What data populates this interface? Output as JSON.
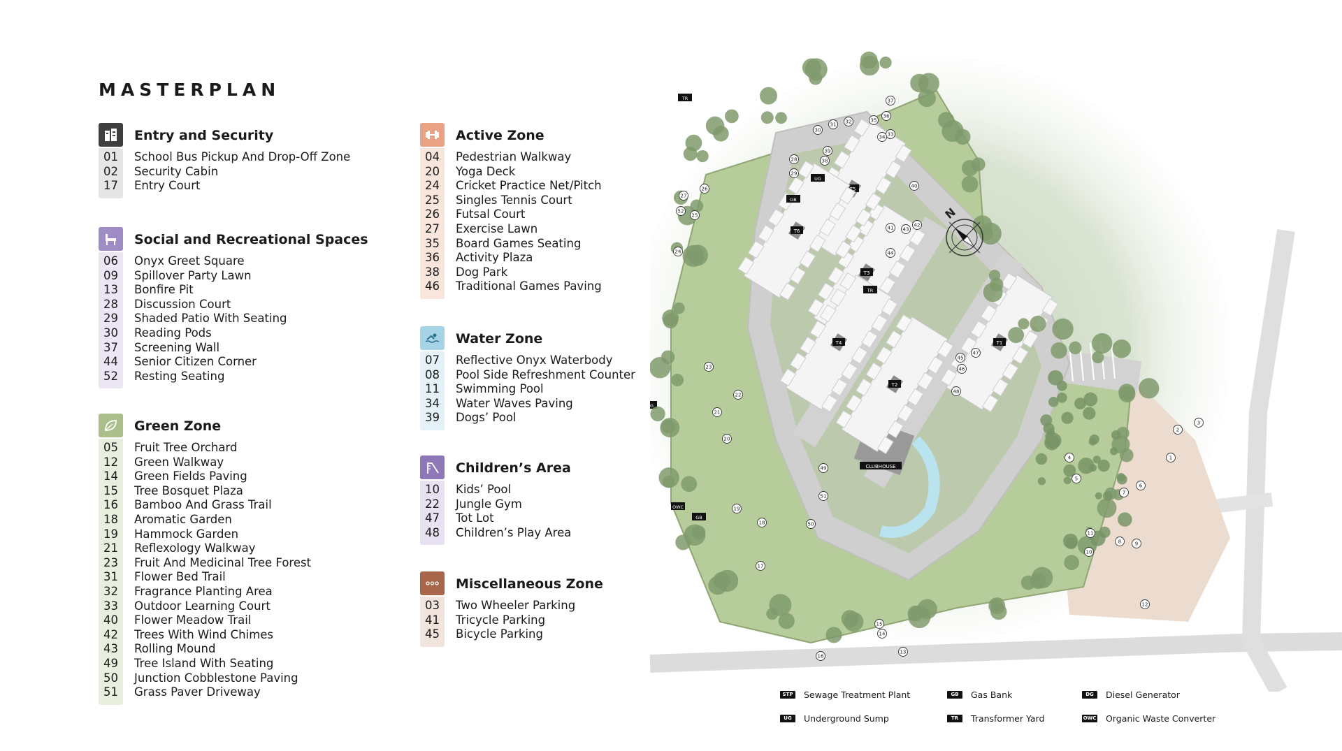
{
  "page_title": "MASTERPLAN",
  "groups": [
    {
      "id": "entry",
      "title": "Entry and Security",
      "color": "#3f3f3f",
      "strip": "#e6e6e6",
      "icon": "building-icon",
      "items": [
        {
          "n": "01",
          "t": "School Bus Pickup And Drop-Off Zone"
        },
        {
          "n": "02",
          "t": "Security Cabin"
        },
        {
          "n": "17",
          "t": "Entry Court"
        }
      ]
    },
    {
      "id": "social",
      "title": "Social and Recreational Spaces",
      "color": "#a08cc4",
      "strip": "#ece6f4",
      "icon": "seating-icon",
      "items": [
        {
          "n": "06",
          "t": "Onyx Greet Square"
        },
        {
          "n": "09",
          "t": "Spillover Party Lawn"
        },
        {
          "n": "13",
          "t": "Bonfire Pit"
        },
        {
          "n": "28",
          "t": "Discussion Court"
        },
        {
          "n": "29",
          "t": "Shaded Patio With Seating"
        },
        {
          "n": "30",
          "t": "Reading Pods"
        },
        {
          "n": "37",
          "t": "Screening Wall"
        },
        {
          "n": "44",
          "t": "Senior Citizen Corner"
        },
        {
          "n": "52",
          "t": "Resting Seating"
        }
      ]
    },
    {
      "id": "green",
      "title": "Green Zone",
      "color": "#a9be8a",
      "strip": "#e9efdf",
      "icon": "leaf-icon",
      "items": [
        {
          "n": "05",
          "t": "Fruit Tree Orchard"
        },
        {
          "n": "12",
          "t": "Green Walkway"
        },
        {
          "n": "14",
          "t": "Green Fields Paving"
        },
        {
          "n": "15",
          "t": "Tree Bosquet Plaza"
        },
        {
          "n": "16",
          "t": "Bamboo And Grass Trail"
        },
        {
          "n": "18",
          "t": "Aromatic Garden"
        },
        {
          "n": "19",
          "t": "Hammock Garden"
        },
        {
          "n": "21",
          "t": "Reflexology Walkway"
        },
        {
          "n": "23",
          "t": "Fruit And Medicinal Tree Forest"
        },
        {
          "n": "31",
          "t": "Flower Bed Trail"
        },
        {
          "n": "32",
          "t": "Fragrance Planting Area"
        },
        {
          "n": "33",
          "t": "Outdoor Learning Court"
        },
        {
          "n": "40",
          "t": "Flower Meadow Trail"
        },
        {
          "n": "42",
          "t": "Trees With Wind Chimes"
        },
        {
          "n": "43",
          "t": "Rolling Mound"
        },
        {
          "n": "49",
          "t": "Tree Island With Seating"
        },
        {
          "n": "50",
          "t": "Junction Cobblestone Paving"
        },
        {
          "n": "51",
          "t": "Grass Paver Driveway"
        }
      ]
    },
    {
      "id": "active",
      "title": "Active Zone",
      "color": "#e9a283",
      "strip": "#f8e6dc",
      "icon": "dumbbell-icon",
      "items": [
        {
          "n": "04",
          "t": "Pedestrian Walkway"
        },
        {
          "n": "20",
          "t": "Yoga Deck"
        },
        {
          "n": "24",
          "t": "Cricket Practice Net/Pitch"
        },
        {
          "n": "25",
          "t": "Singles Tennis Court"
        },
        {
          "n": "26",
          "t": "Futsal Court"
        },
        {
          "n": "27",
          "t": "Exercise Lawn"
        },
        {
          "n": "35",
          "t": "Board Games Seating"
        },
        {
          "n": "36",
          "t": "Activity Plaza"
        },
        {
          "n": "38",
          "t": "Dog Park"
        },
        {
          "n": "46",
          "t": "Traditional Games Paving"
        }
      ]
    },
    {
      "id": "water",
      "title": "Water Zone",
      "color": "#a6d3e6",
      "strip": "#e4f2f8",
      "icon": "swimmer-icon",
      "items": [
        {
          "n": "07",
          "t": "Reflective Onyx Waterbody"
        },
        {
          "n": "08",
          "t": "Pool Side Refreshment Counter"
        },
        {
          "n": "11",
          "t": "Swimming Pool"
        },
        {
          "n": "34",
          "t": "Water Waves Paving"
        },
        {
          "n": "39",
          "t": "Dogs’ Pool"
        }
      ]
    },
    {
      "id": "children",
      "title": "Children’s Area",
      "color": "#8e78b8",
      "strip": "#e7e1f1",
      "icon": "slide-icon",
      "items": [
        {
          "n": "10",
          "t": "Kids’ Pool"
        },
        {
          "n": "22",
          "t": "Jungle Gym"
        },
        {
          "n": "47",
          "t": "Tot Lot"
        },
        {
          "n": "48",
          "t": "Children’s Play Area"
        }
      ]
    },
    {
      "id": "misc",
      "title": "Miscellaneous Zone",
      "color": "#a8674a",
      "strip": "#f1e4dc",
      "icon": "dots-icon",
      "items": [
        {
          "n": "03",
          "t": "Two Wheeler Parking"
        },
        {
          "n": "41",
          "t": "Tricycle Parking"
        },
        {
          "n": "45",
          "t": "Bicycle Parking"
        }
      ]
    }
  ],
  "map": {
    "towers": [
      "T1",
      "T2",
      "T3",
      "T4",
      "T5",
      "T6"
    ],
    "clubhouse": "CLUBHOUSE",
    "utility_tags": [
      "TR",
      "UG",
      "GB",
      "STP",
      "DG",
      "TR",
      "OWC",
      "GB"
    ],
    "north": "N",
    "markers": [
      "01",
      "02",
      "03",
      "04",
      "05",
      "06",
      "07",
      "08",
      "09",
      "10",
      "11",
      "12",
      "13",
      "14",
      "15",
      "16",
      "17",
      "18",
      "19",
      "20",
      "21",
      "22",
      "23",
      "24",
      "25",
      "26",
      "27",
      "28",
      "29",
      "30",
      "31",
      "32",
      "33",
      "34",
      "35",
      "36",
      "37",
      "38",
      "39",
      "40",
      "41",
      "42",
      "43",
      "44",
      "45",
      "46",
      "47",
      "48",
      "49",
      "50",
      "51",
      "52"
    ]
  },
  "utility_legend": [
    {
      "code": "STP",
      "label": "Sewage Treatment Plant"
    },
    {
      "code": "GB",
      "label": "Gas Bank"
    },
    {
      "code": "DG",
      "label": "Diesel Generator"
    },
    {
      "code": "UG",
      "label": "Underground Sump"
    },
    {
      "code": "TR",
      "label": "Transformer Yard"
    },
    {
      "code": "OWC",
      "label": "Organic Waste Converter"
    }
  ]
}
